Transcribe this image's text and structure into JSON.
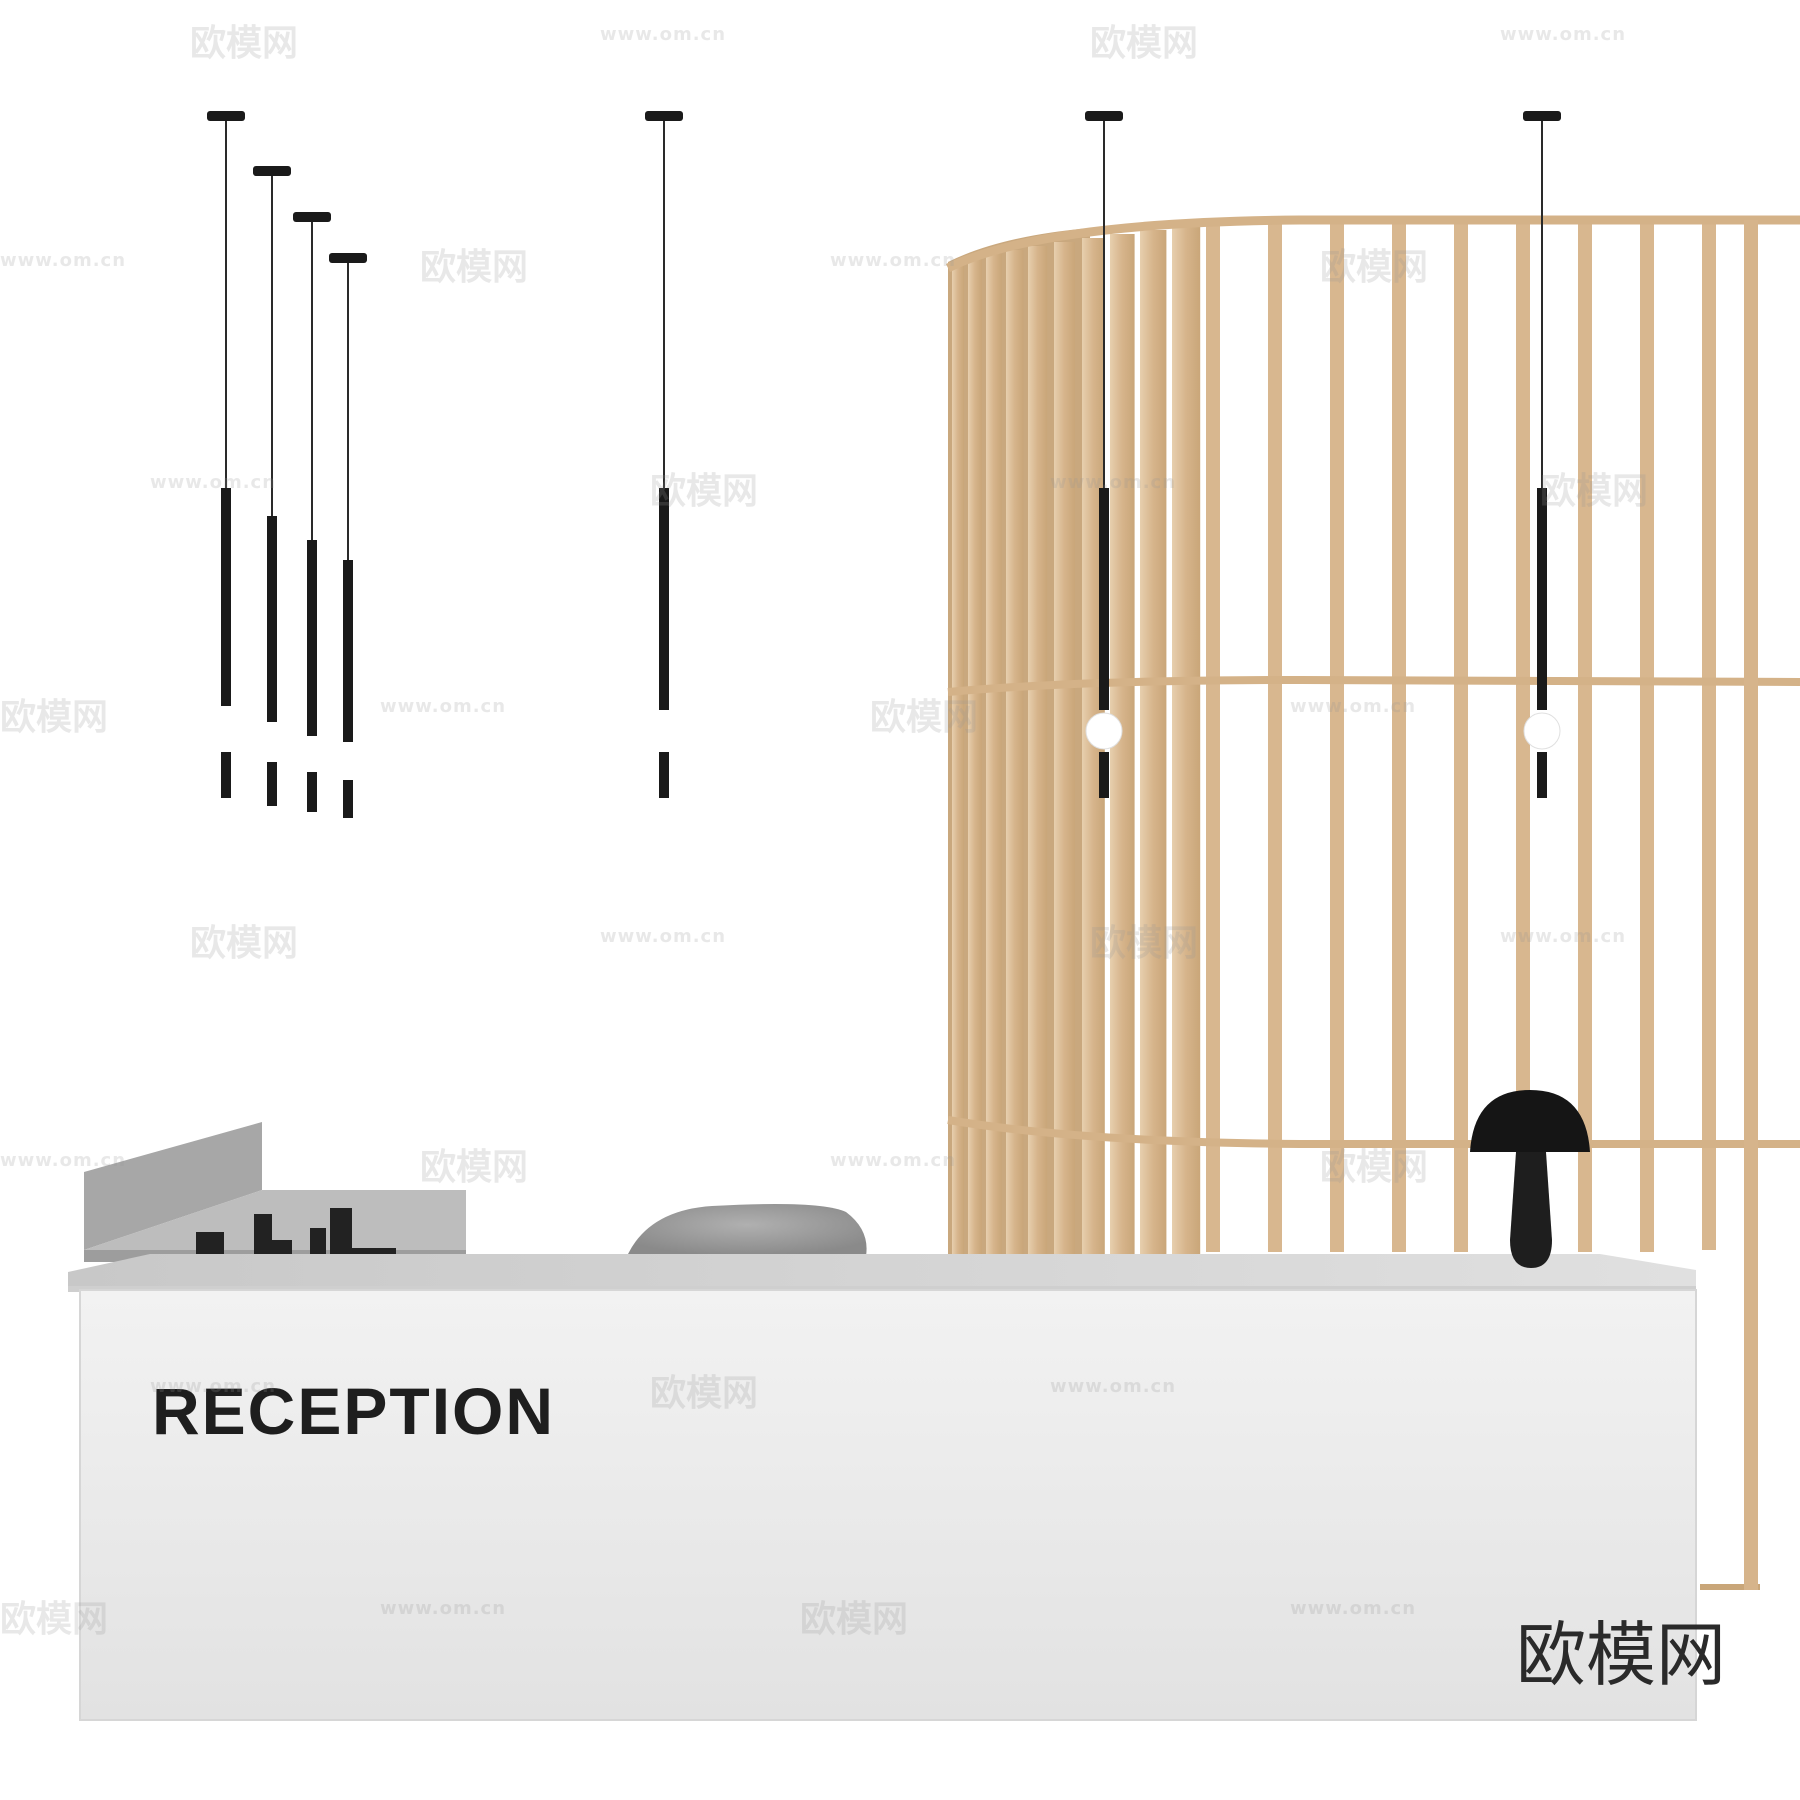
{
  "sign": {
    "text": "RECEPTION"
  },
  "brand_mark": {
    "text": "欧模网"
  },
  "watermark": {
    "brand": "欧模网",
    "url": "www.om.cn"
  },
  "colors": {
    "background": "#ffffff",
    "wood": "#d9b993",
    "desk": "#e9e9e9",
    "counter_top": "#dcdcdc",
    "metal_black": "#1a1a1a",
    "stone_grey": "#b8b8b8",
    "fabric_grey": "#9a9a9a"
  }
}
